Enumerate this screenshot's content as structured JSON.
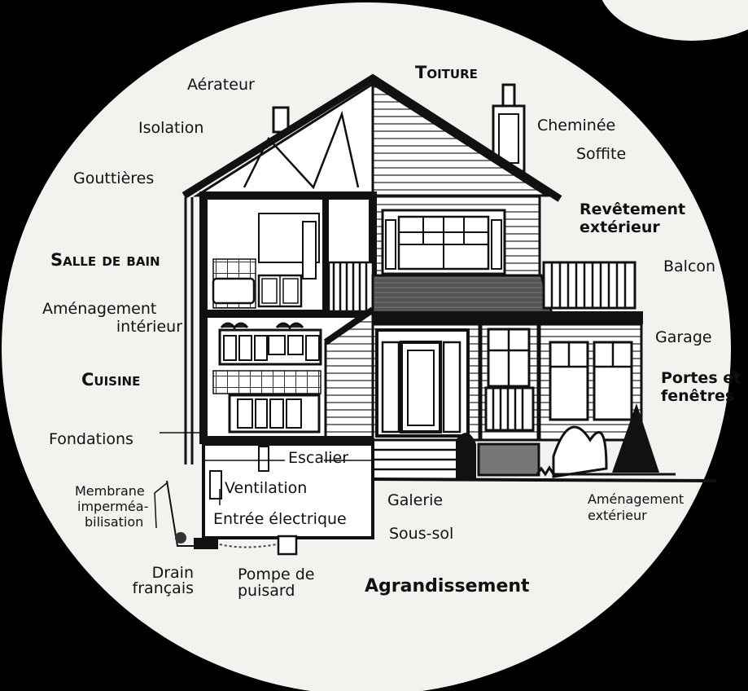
{
  "labels": {
    "aerateur": "Aérateur",
    "toiture": "Toiture",
    "isolation": "Isolation",
    "cheminee": "Cheminée",
    "soffite": "Soffite",
    "gouttieres": "Gouttières",
    "revetement_line1": "Revêtement",
    "revetement_line2": "extérieur",
    "salle_de_bain": "Salle de bain",
    "balcon": "Balcon",
    "amenagement_interieur_line1": "Aménagement",
    "amenagement_interieur_line2": "intérieur",
    "garage": "Garage",
    "cuisine": "Cuisine",
    "portes_line1": "Portes et",
    "portes_line2": "fenêtres",
    "fondations": "Fondations",
    "escalier": "Escalier",
    "ventilation": "Ventilation",
    "membrane_line1": "Membrane",
    "membrane_line2": "imperméa-",
    "membrane_line3": "bilisation",
    "galerie": "Galerie",
    "amenagement_exterieur_line1": "Aménagement",
    "amenagement_exterieur_line2": "extérieur",
    "entree_electrique": "Entrée électrique",
    "sous_sol": "Sous-sol",
    "drain_line1": "Drain",
    "drain_line2": "français",
    "pompe_line1": "Pompe de",
    "pompe_line2": "puisard",
    "agrandissement": "Agrandissement"
  }
}
